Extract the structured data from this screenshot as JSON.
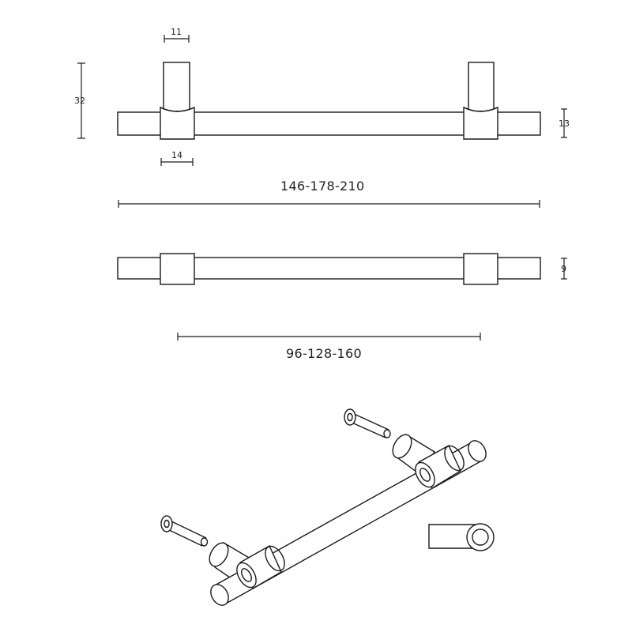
{
  "dimensions": {
    "post_width": "11",
    "total_height": "32",
    "bar_height": "13",
    "collar_width": "14",
    "overall_length": "146-178-210",
    "bar_thickness": "9",
    "hole_spacing": "96-128-160"
  },
  "colors": {
    "line": "#1a1a1a",
    "background": "#ffffff"
  }
}
